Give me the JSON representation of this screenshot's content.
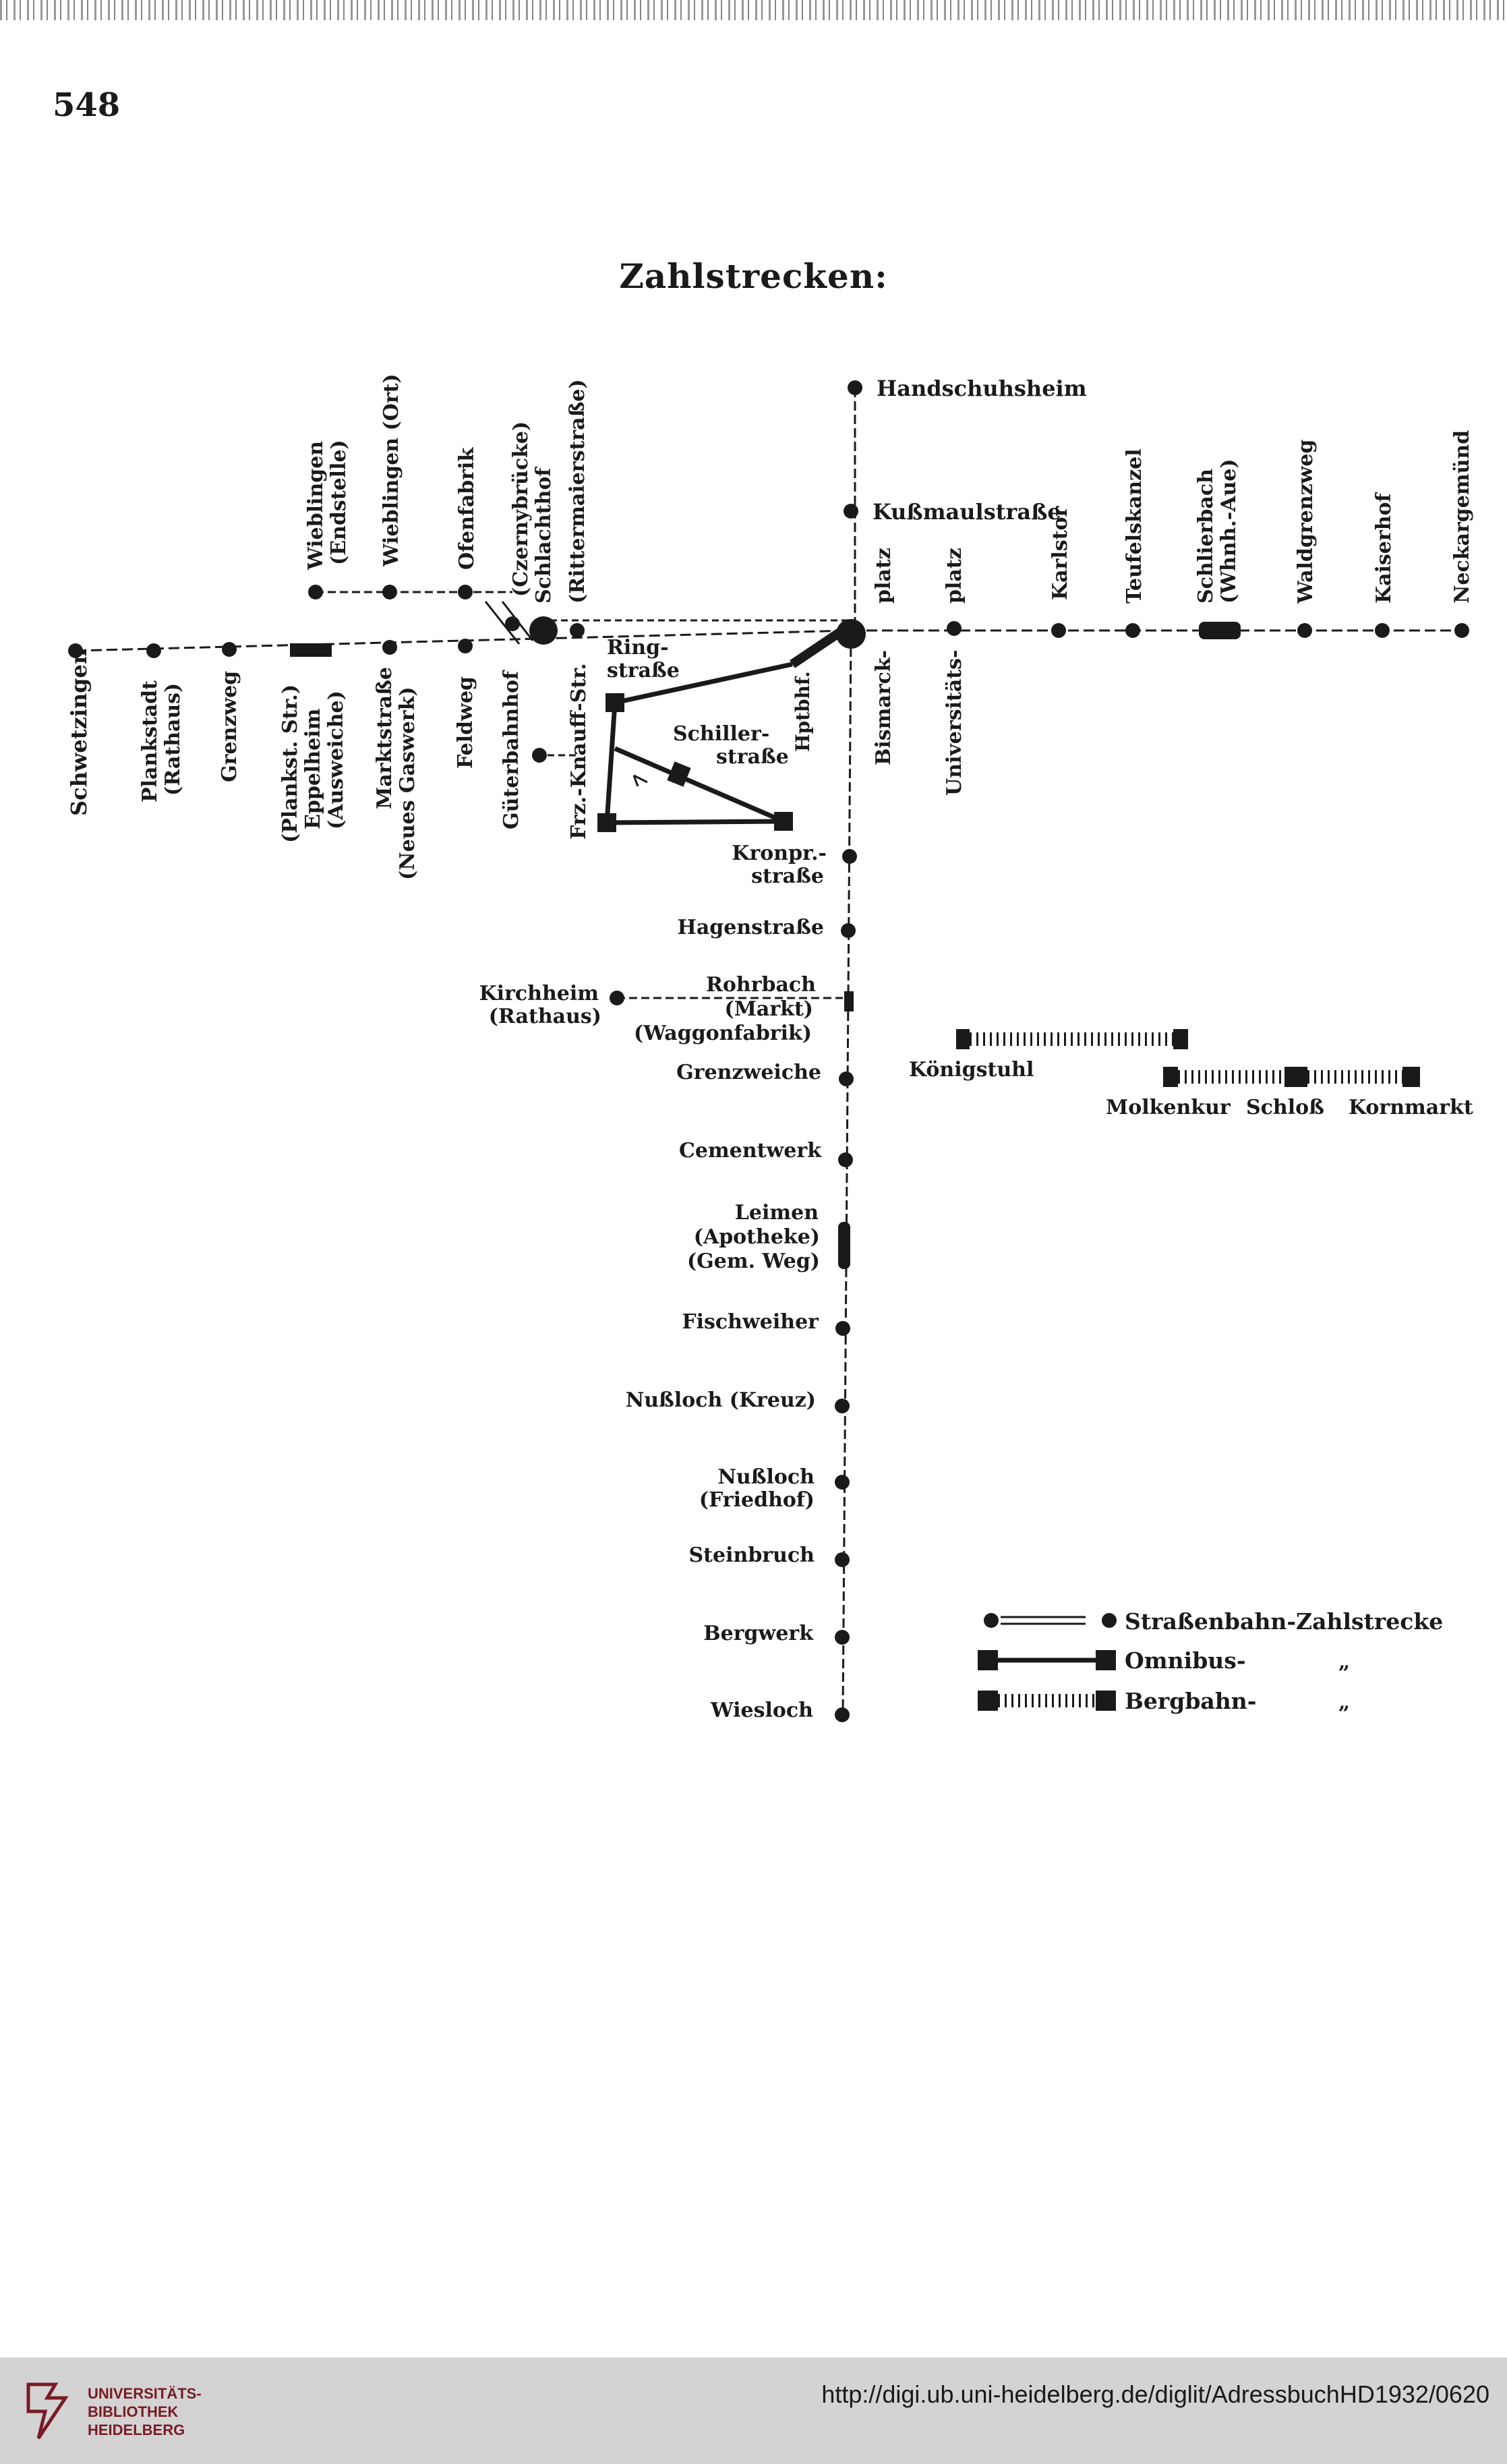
{
  "page_number": "548",
  "title": "Zahlstrecken:",
  "colors": {
    "line": "#1a1a1a",
    "paper": "#ffffff",
    "footer_bg": "#d3d3d3",
    "logo": "#7a1a24"
  },
  "tram_main": {
    "top_end": "Handschuhsheim",
    "stops_upper": [
      "Kußmaulstraße"
    ],
    "hub_left": "Bismarck-",
    "hub_left_2": "platz",
    "hub_right": "Universitäts-",
    "hub_right_2": "platz",
    "stops_lower": [
      [
        "Kronpr.-",
        "straße"
      ],
      [
        "Hagenstraße"
      ],
      [
        "Rohrbach",
        "(Markt)",
        "(Waggonfabrik)"
      ],
      [
        "Grenzweiche"
      ],
      [
        "Cementwerk"
      ],
      [
        "Leimen",
        "(Apotheke)",
        "(Gem. Weg)"
      ],
      [
        "Fischweiher"
      ],
      [
        "Nußloch (Kreuz)"
      ],
      [
        "Nußloch",
        "(Friedhof)"
      ],
      [
        "Steinbruch"
      ],
      [
        "Bergwerk"
      ],
      [
        "Wiesloch"
      ]
    ]
  },
  "west_line": {
    "stops": [
      [
        "Schwetzingen"
      ],
      [
        "Plankstadt",
        "(Rathaus)"
      ],
      [
        "Grenzweg"
      ],
      [
        "(Plankst. Str.)",
        "Eppelheim",
        "(Ausweiche)"
      ],
      [
        "Marktstraße",
        "(Neues Gaswerk)"
      ],
      [
        "Feldweg"
      ],
      [
        "Güterbahnhof"
      ],
      [
        "Frz.-Knauff-Str."
      ]
    ],
    "upper_stops": [
      [
        "Wieblingen",
        "(Endstelle)"
      ],
      [
        "Wieblingen (Ort)"
      ],
      [
        "Ofenfabrik"
      ],
      [
        "(Czernybrücke)",
        "Schlachthof"
      ],
      [
        "(Rittermaierstraße)"
      ]
    ]
  },
  "east_line": {
    "stops": [
      [
        "Karlstor"
      ],
      [
        "Teufelskanzel"
      ],
      [
        "Schlierbach",
        "(Whnh.-Aue)"
      ],
      [
        "Waldgrenzweg"
      ],
      [
        "Kaiserhof"
      ],
      [
        "Neckargemünd"
      ]
    ]
  },
  "bus_loop": {
    "ring": [
      "Ring-",
      "straße"
    ],
    "schiller": [
      "Schiller-",
      "straße"
    ],
    "hbf": "Hptbhf."
  },
  "kirchheim": [
    "Kirchheim",
    "(Rathaus)"
  ],
  "mountain": {
    "koenigstuhl": "Königstuhl",
    "molkenkur": "Molkenkur",
    "schloss": "Schloß",
    "kornmarkt": "Kornmarkt"
  },
  "legend": {
    "tram": "Straßenbahn-Zahlstrecke",
    "bus": "Omnibus-",
    "mountain": "Bergbahn-",
    "ditto": "„"
  },
  "footer": {
    "library_line1": "UNIVERSITÄTS-",
    "library_line2": "BIBLIOTHEK",
    "library_line3": "HEIDELBERG",
    "url": "http://digi.ub.uni-heidelberg.de/diglit/AdressbuchHD1932/0620"
  }
}
